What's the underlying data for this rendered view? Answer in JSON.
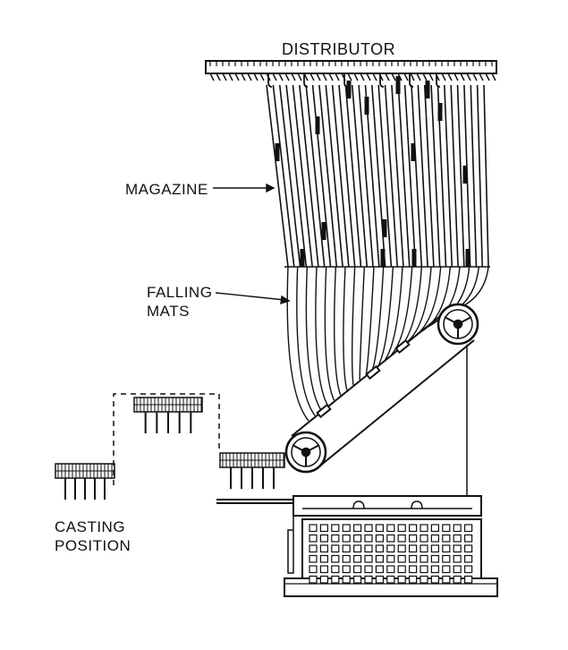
{
  "labels": {
    "distributor": "DISTRIBUTOR",
    "magazine": "MAGAZINE",
    "falling_mats_1": "FALLING",
    "falling_mats_2": "MATS",
    "casting_1": "CASTING",
    "casting_2": "POSITION"
  },
  "colors": {
    "ink": "#111111",
    "paper": "#ffffff"
  }
}
